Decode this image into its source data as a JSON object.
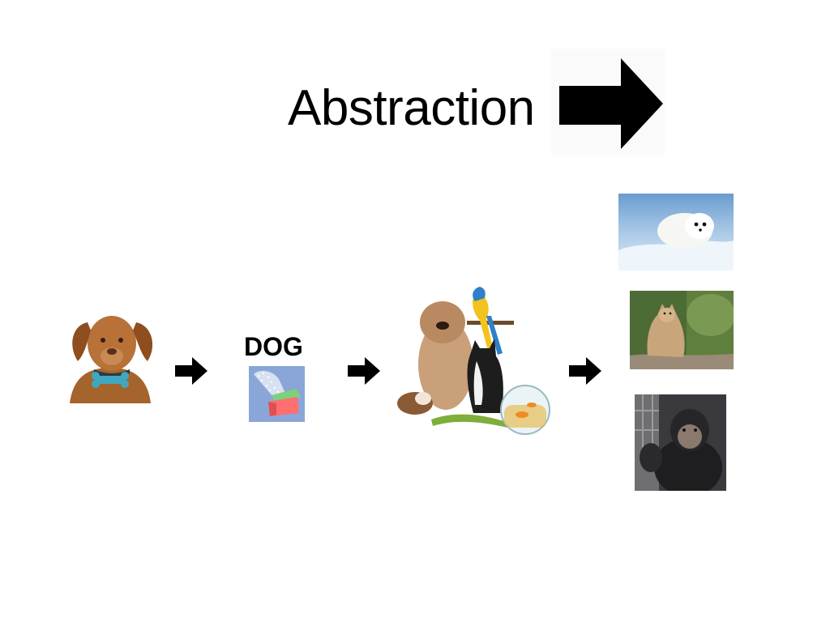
{
  "title": "Abstraction",
  "concept_label": "DOG",
  "icons": {
    "title_arrow": "right-arrow-icon",
    "step_arrow": "right-arrow-icon",
    "concept_icon": "box-with-particles-icon"
  },
  "images": [
    "puppy",
    "pets-group",
    "harp-seal",
    "cougar",
    "chimpanzee"
  ],
  "colors": {
    "background": "#ffffff",
    "arrow": "#000000",
    "text": "#000000"
  }
}
